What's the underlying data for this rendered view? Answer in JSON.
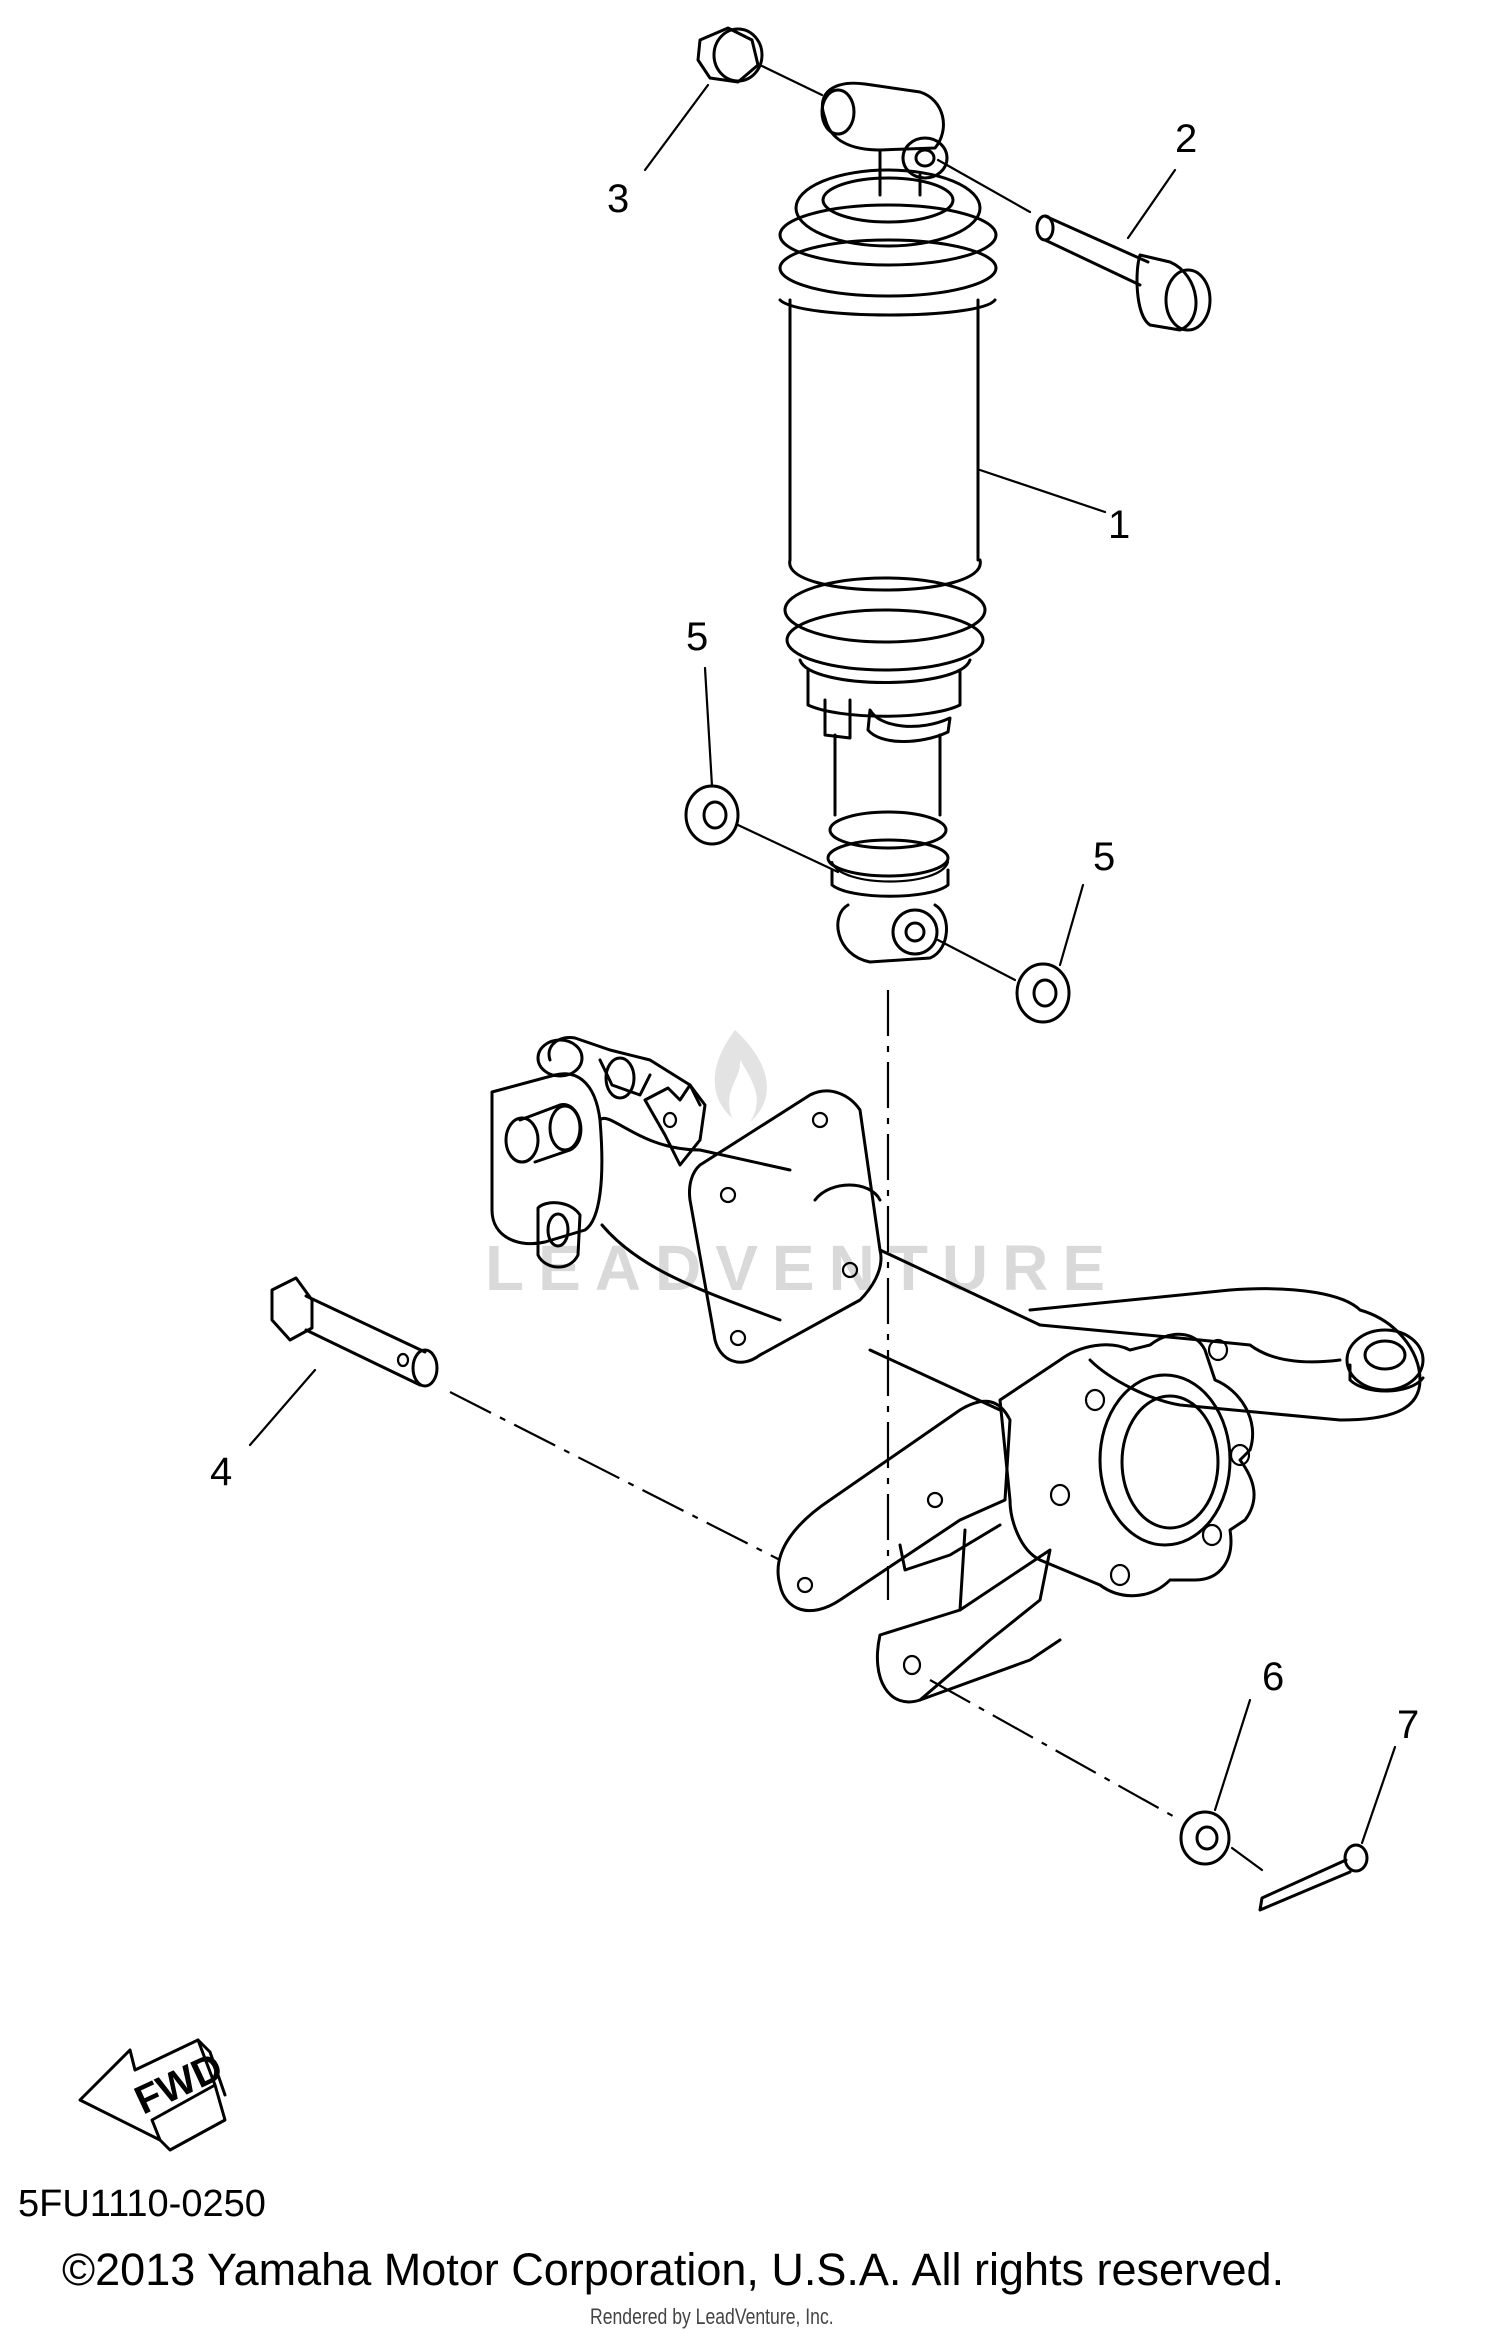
{
  "diagram_code": "5FU1110-0250",
  "copyright": "©2013 Yamaha Motor Corporation, U.S.A. All rights reserved.",
  "rendered_by": "Rendered by LeadVenture, Inc.",
  "watermark_text": "LEADVENTURE",
  "fwd_label": "FWD",
  "callouts": [
    {
      "id": "callout-1",
      "label": "1"
    },
    {
      "id": "callout-2",
      "label": "2"
    },
    {
      "id": "callout-3",
      "label": "3"
    },
    {
      "id": "callout-4",
      "label": "4"
    },
    {
      "id": "callout-5a",
      "label": "5"
    },
    {
      "id": "callout-5b",
      "label": "5"
    },
    {
      "id": "callout-6",
      "label": "6"
    },
    {
      "id": "callout-7",
      "label": "7"
    }
  ]
}
